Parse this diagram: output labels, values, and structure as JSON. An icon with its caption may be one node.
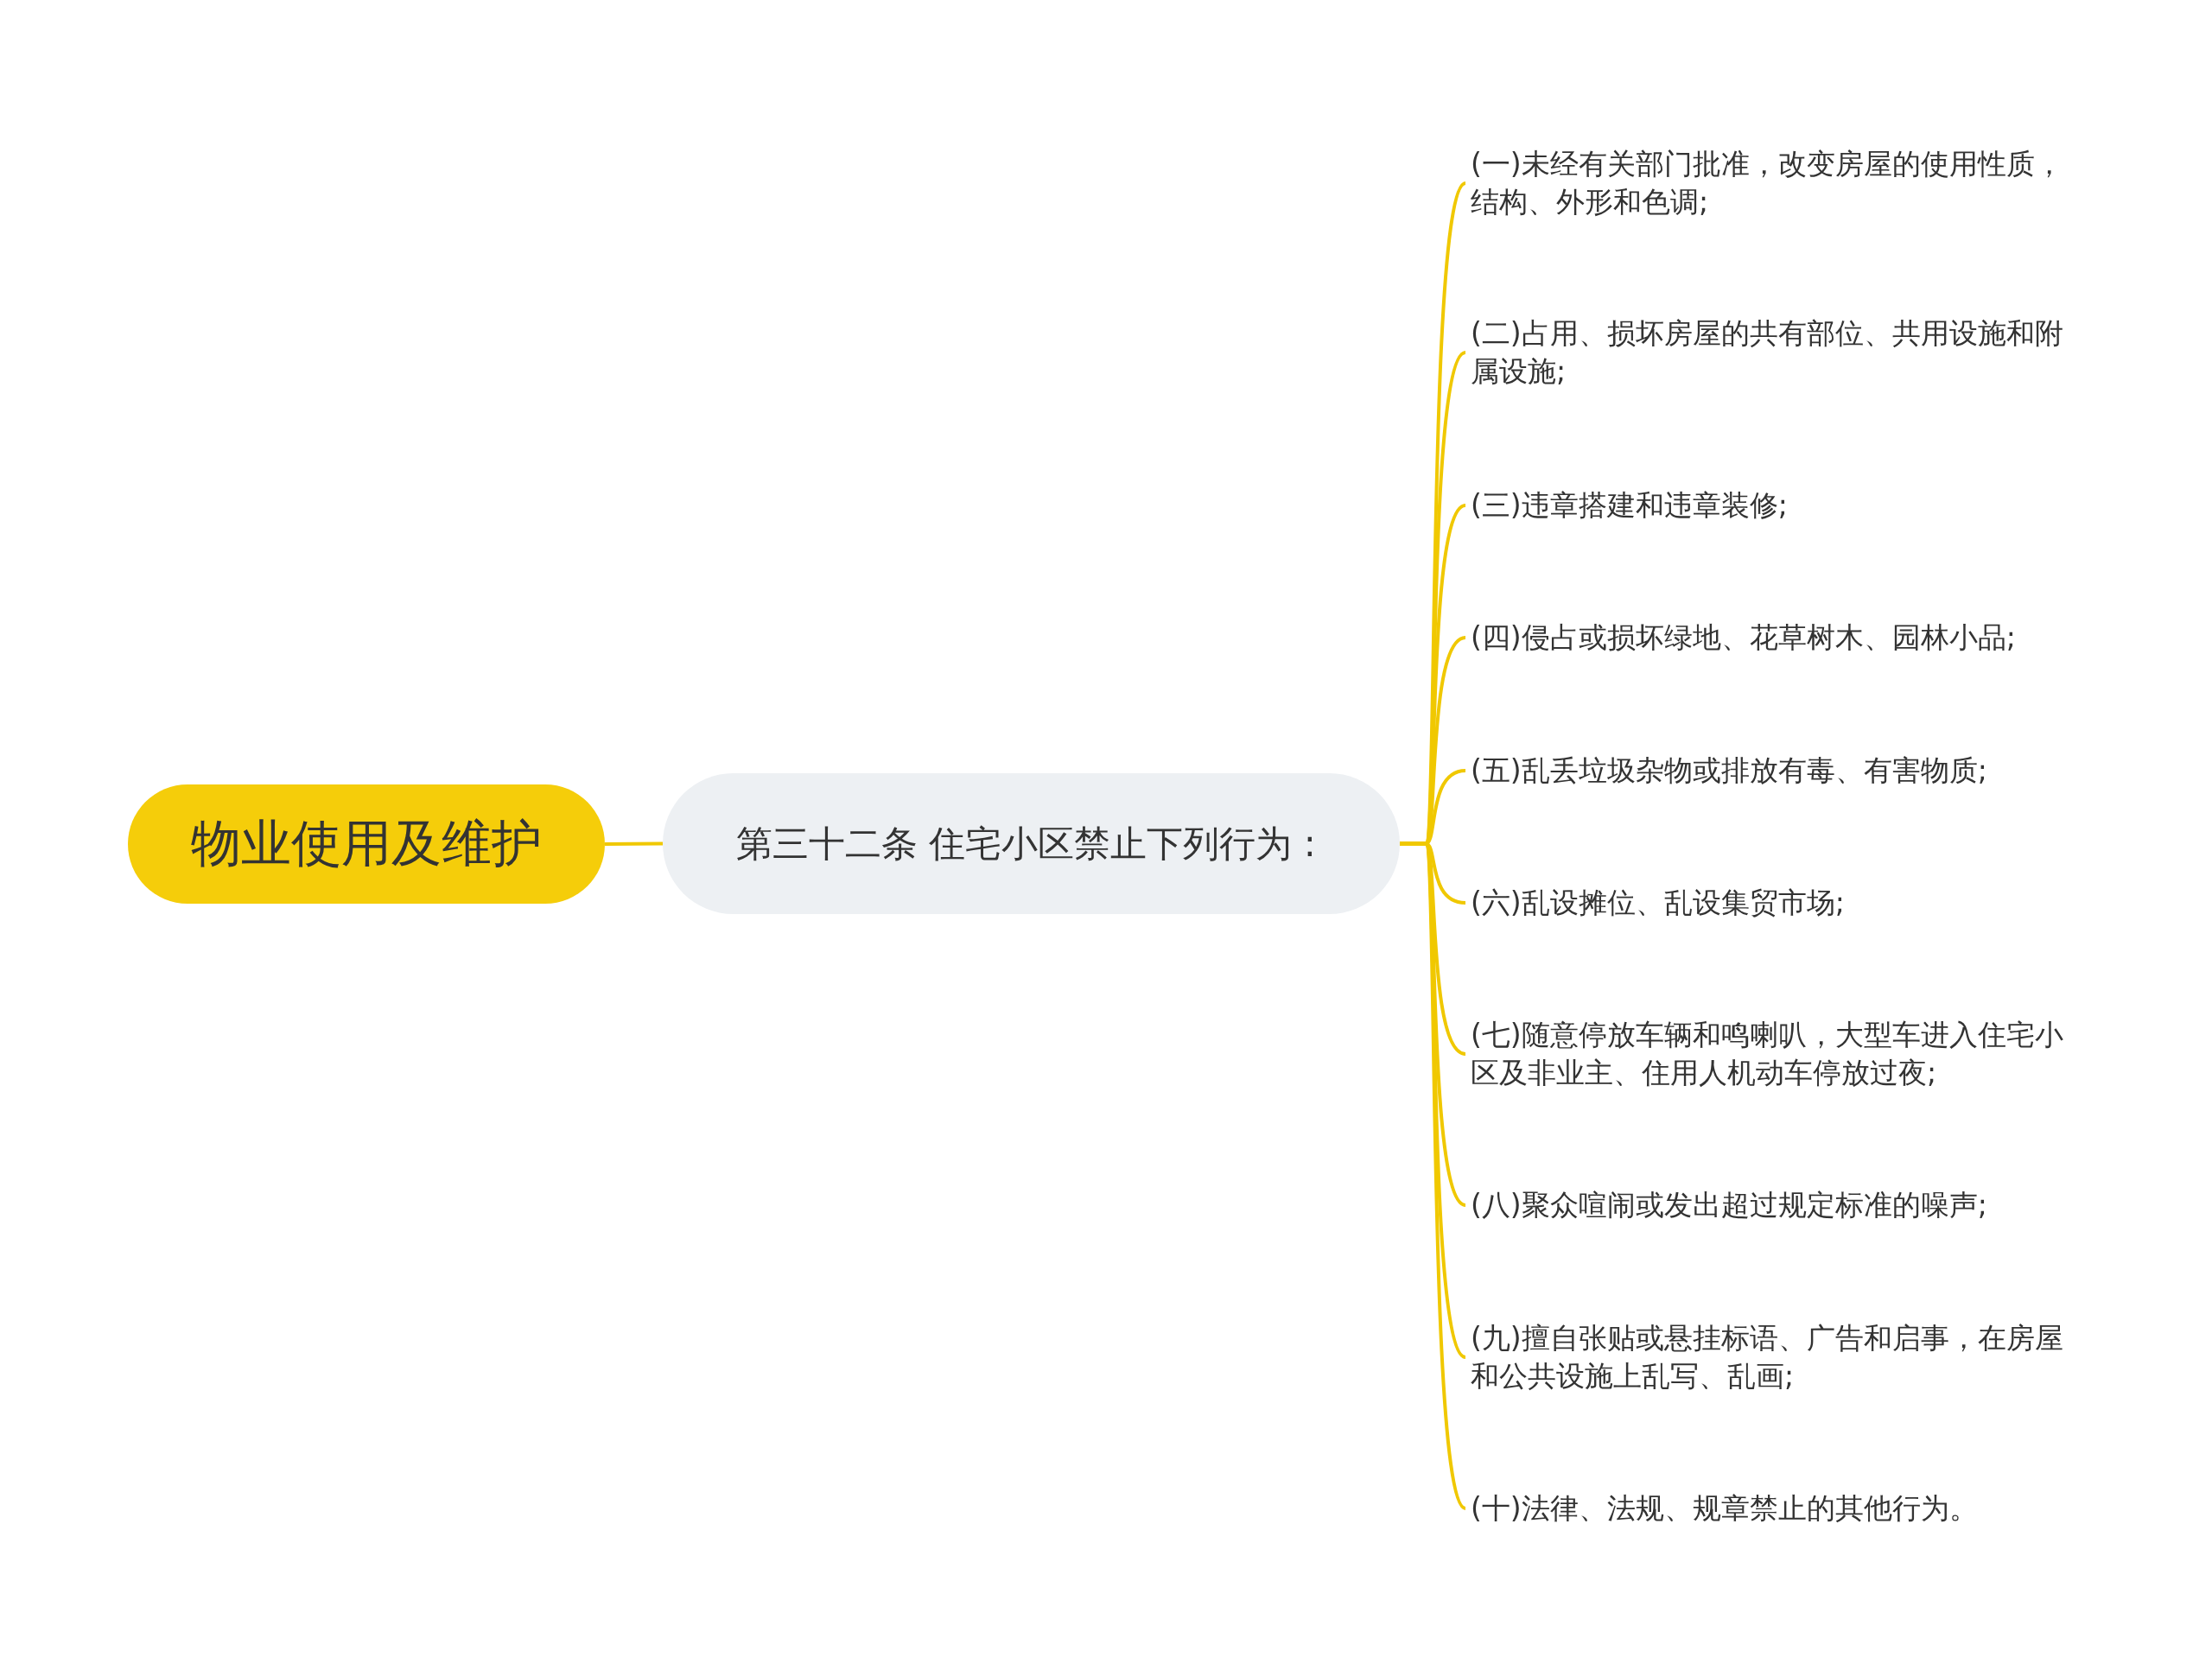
{
  "diagram": {
    "nodes": [
      {
        "text": [
          "物业使用及维护"
        ]
      },
      {
        "text": [
          "第三十二条 住宅小区禁止下列行为 :"
        ]
      },
      {
        "text": [
          "(一)未经有关部门批准，改变房屋的使用性质，结构、外形和色调;"
        ]
      },
      {
        "text": [
          "(二)占用、损坏房屋的共有部位、共用设施和附属设施;"
        ]
      },
      {
        "text": [
          "(三)违章搭建和违章装修;"
        ]
      },
      {
        "text": [
          "(四)侵占或损坏绿地、花草树木、园林小品;"
        ]
      },
      {
        "text": [
          "(五)乱丢垃圾杂物或排放有毒、有害物质;"
        ]
      },
      {
        "text": [
          "(六)乱设摊位、乱设集贸市场;"
        ]
      },
      {
        "text": [
          "(七)随意停放车辆和鸣喇叭，大型车进入住宅小区及非业主、住用人机动车停放过夜;"
        ]
      },
      {
        "text": [
          "(八)聚众喧闹或发出超过规定标准的噪声;"
        ]
      },
      {
        "text": [
          "(九)擅自张贴或悬挂标语、广告和启事，在房屋和公共设施上乱写、乱画;"
        ]
      },
      {
        "text": [
          "(十)法律、法规、规章禁止的其他行为。"
        ]
      }
    ],
    "edges": [
      {
        "from": 0,
        "to": 1,
        "arrow": "none"
      },
      {
        "from": 1,
        "to": 2,
        "arrow": "none"
      },
      {
        "from": 1,
        "to": 3,
        "arrow": "none"
      },
      {
        "from": 1,
        "to": 4,
        "arrow": "none"
      },
      {
        "from": 1,
        "to": 5,
        "arrow": "none"
      },
      {
        "from": 1,
        "to": 6,
        "arrow": "none"
      },
      {
        "from": 1,
        "to": 7,
        "arrow": "none"
      },
      {
        "from": 1,
        "to": 8,
        "arrow": "none"
      },
      {
        "from": 1,
        "to": 9,
        "arrow": "none"
      },
      {
        "from": 1,
        "to": 10,
        "arrow": "none"
      },
      {
        "from": 1,
        "to": 11,
        "arrow": "none"
      }
    ]
  }
}
